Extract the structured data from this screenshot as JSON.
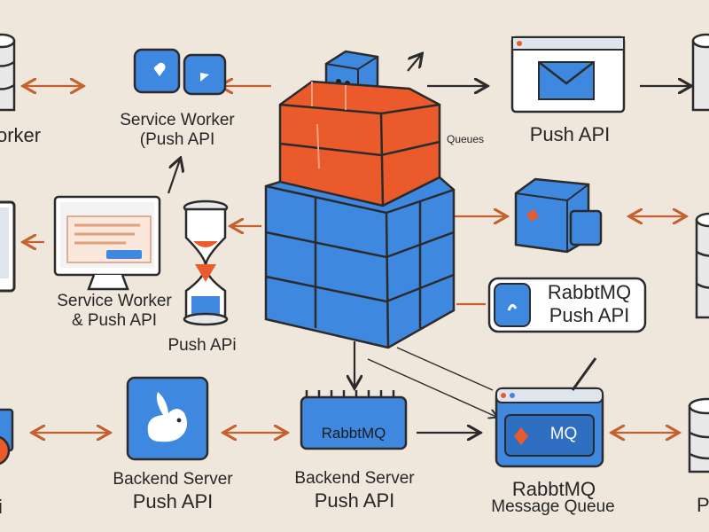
{
  "labels": {
    "worker_cropped": "orker",
    "service_worker_top_line1": "Service Worker",
    "service_worker_top_line2": "(Push API",
    "queues": "Queues",
    "push_api_top_right": "Push API",
    "service_worker_mid_line1": "Service Worker",
    "service_worker_mid_line2": "& Push API",
    "push_api_hourglass": "Push APi",
    "rabbitmq_badge_line1": "RabbtMQ",
    "rabbitmq_badge_line2": "Push API",
    "box_label_mq": "MQ",
    "backend_left_line1": "Backend Server",
    "backend_left_line2": "Push API",
    "backend_center_line1": "Backend Server",
    "backend_center_line2": "Push API",
    "rabbitmq_server_label": "RabbtMQ",
    "mq_queue_line1": "RabbtMQ",
    "mq_queue_line2": "Message Queue",
    "cropped_left_bottom": "i",
    "cropped_right_bottom": "P"
  },
  "colors": {
    "background": "#efe7dc",
    "blue": "#3f88e0",
    "blue_dark": "#2f6fc2",
    "orange": "#ea5a2a",
    "orange_dark": "#c9461c",
    "arrow": "#c4612f",
    "outline": "#2b2b2b"
  },
  "icons": [
    "database-icon",
    "cube-icon",
    "envelope-icon",
    "hourglass-icon",
    "monitor-icon",
    "rabbit-icon",
    "server-icon"
  ]
}
